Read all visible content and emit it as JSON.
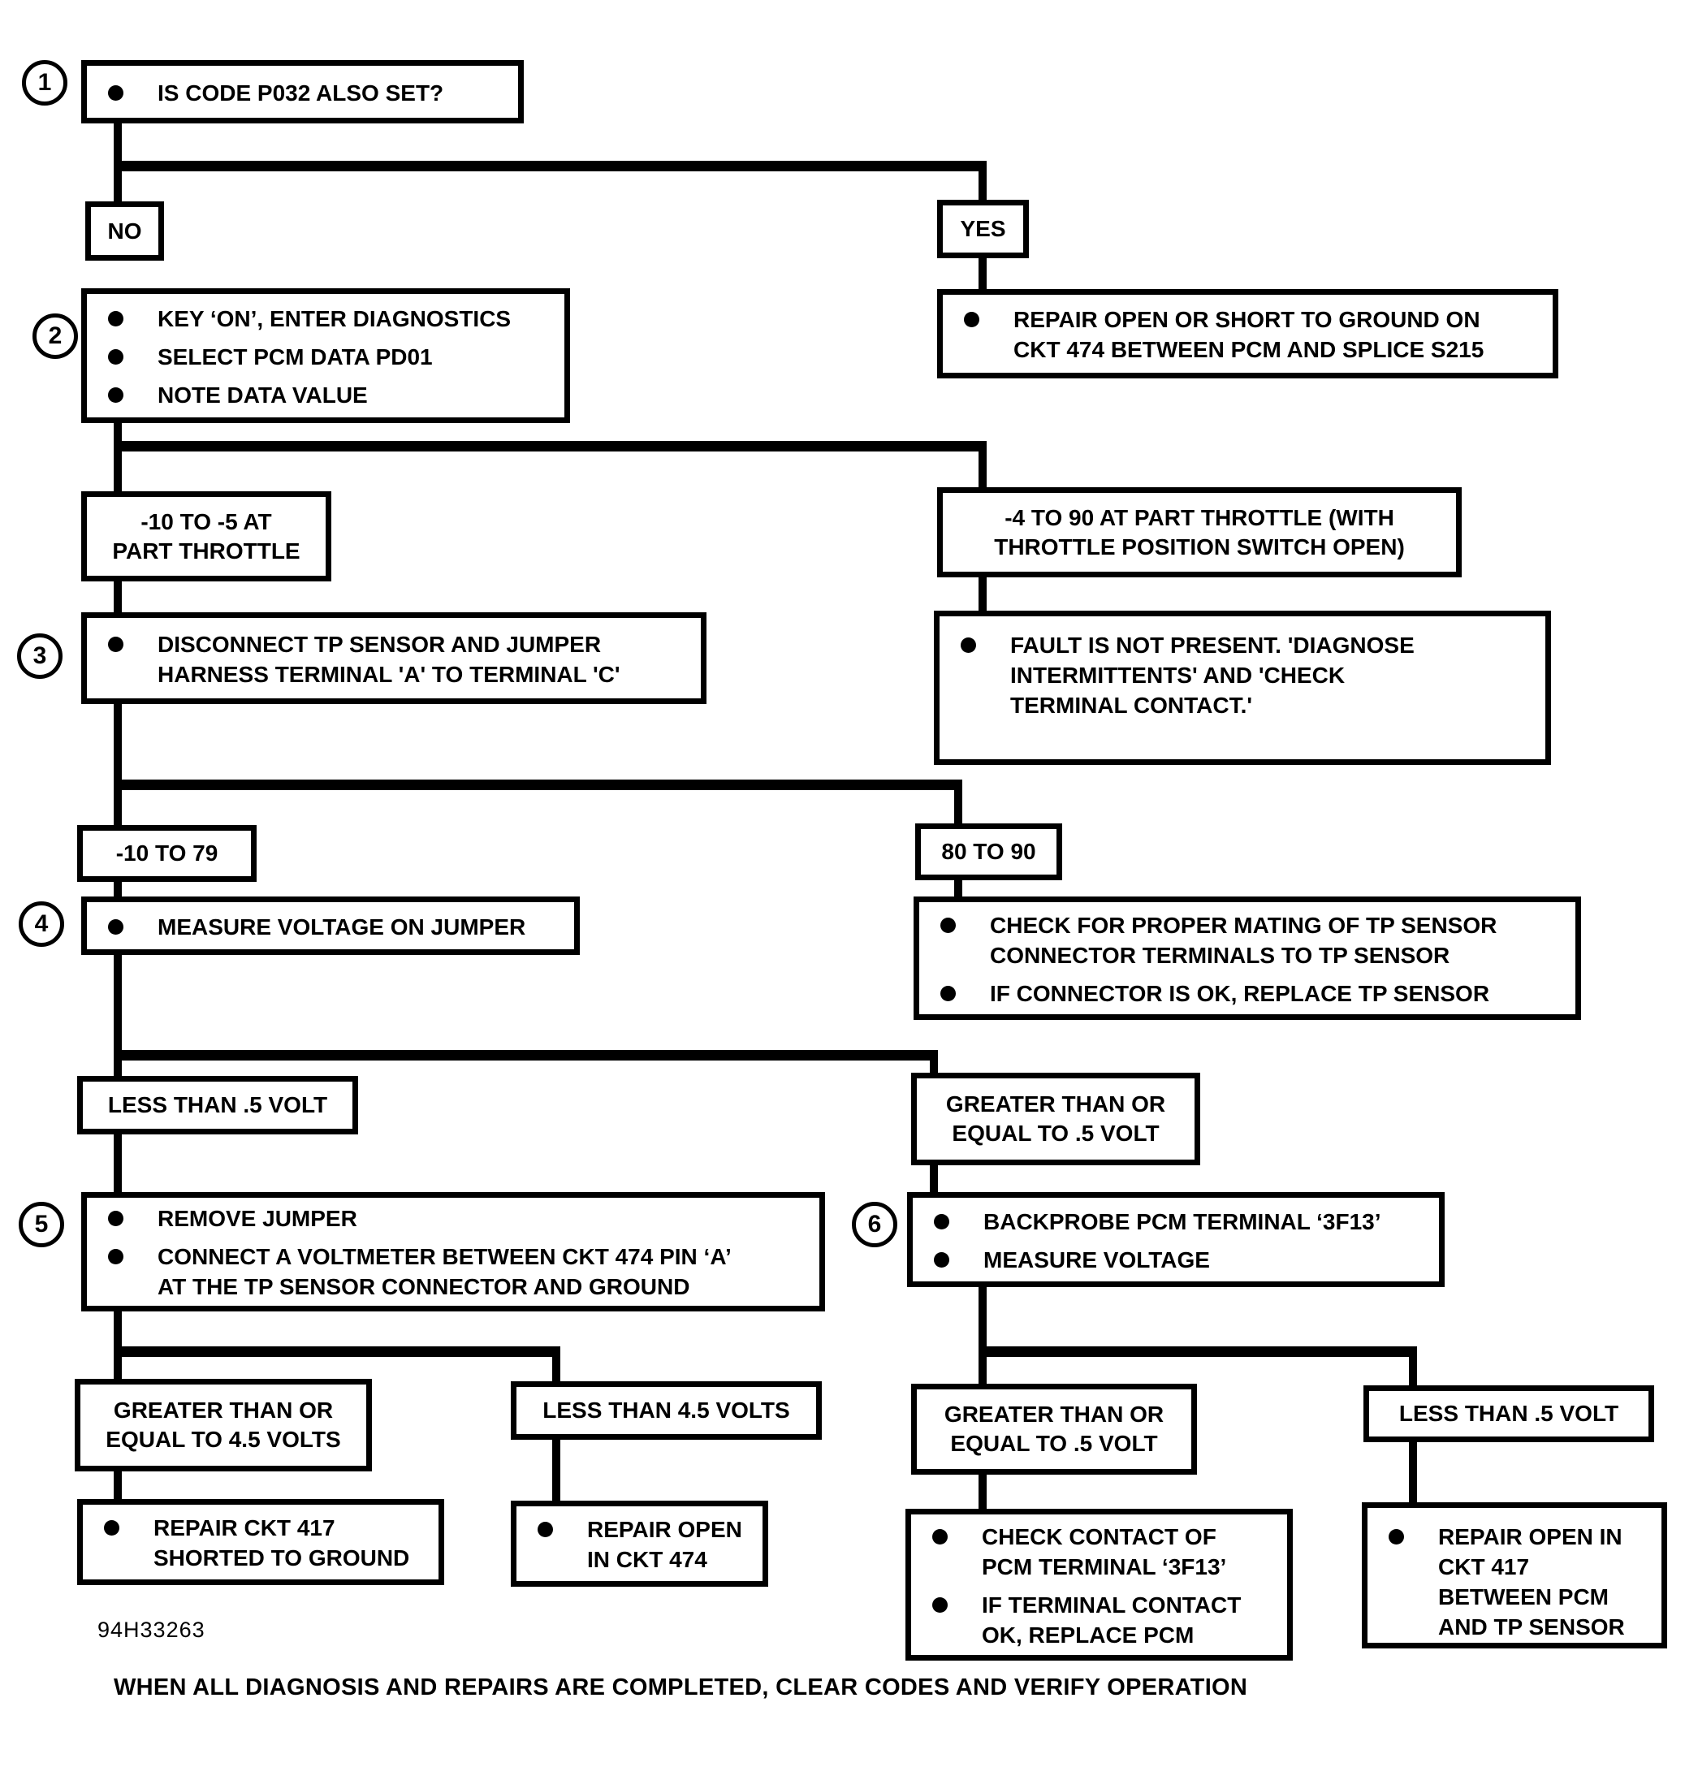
{
  "figure_id": "94H33263",
  "footer": "WHEN ALL DIAGNOSIS AND REPAIRS ARE COMPLETED, CLEAR CODES AND VERIFY OPERATION",
  "nodes": {
    "step1": {
      "number": "1",
      "bullets": [
        "IS CODE P032 ALSO SET?"
      ]
    },
    "no": {
      "label": "NO"
    },
    "yes": {
      "label": "YES"
    },
    "repair_open_short": {
      "bullets": [
        "REPAIR OPEN OR SHORT TO GROUND ON\nCKT 474 BETWEEN PCM AND SPLICE S215"
      ]
    },
    "step2": {
      "number": "2",
      "bullets": [
        "KEY ‘ON’, ENTER DIAGNOSTICS",
        "SELECT PCM DATA PD01",
        "NOTE DATA VALUE"
      ]
    },
    "range_neg10_neg5": {
      "label": "-10 TO -5 AT\nPART THROTTLE"
    },
    "range_neg4_90": {
      "label": "-4 TO 90 AT PART THROTTLE (WITH\nTHROTTLE POSITION SWITCH OPEN)"
    },
    "step3": {
      "number": "3",
      "bullets": [
        "DISCONNECT TP SENSOR AND JUMPER\nHARNESS TERMINAL 'A' TO TERMINAL 'C'"
      ]
    },
    "fault_not_present": {
      "bullets": [
        "FAULT IS NOT PRESENT. 'DIAGNOSE\nINTERMITTENTS' AND 'CHECK\nTERMINAL CONTACT.'"
      ]
    },
    "range_neg10_79": {
      "label": "-10 TO 79"
    },
    "range_80_90": {
      "label": "80 TO 90"
    },
    "step4": {
      "number": "4",
      "bullets": [
        "MEASURE VOLTAGE ON JUMPER"
      ]
    },
    "check_mating": {
      "bullets": [
        "CHECK FOR PROPER MATING OF TP SENSOR\nCONNECTOR TERMINALS TO TP SENSOR",
        "IF CONNECTOR IS OK, REPLACE TP SENSOR"
      ]
    },
    "less_half_volt": {
      "label": "LESS THAN .5 VOLT"
    },
    "gte_half_volt": {
      "label": "GREATER THAN OR\nEQUAL TO .5 VOLT"
    },
    "step5": {
      "number": "5",
      "bullets": [
        "REMOVE JUMPER",
        "CONNECT A VOLTMETER BETWEEN CKT 474 PIN ‘A’\nAT THE TP SENSOR CONNECTOR AND GROUND"
      ]
    },
    "step6": {
      "number": "6",
      "bullets": [
        "BACKPROBE PCM TERMINAL ‘3F13’",
        "MEASURE VOLTAGE"
      ]
    },
    "gte_45_volts": {
      "label": "GREATER THAN OR\nEQUAL TO 4.5 VOLTS"
    },
    "less_45_volts": {
      "label": "LESS THAN 4.5 VOLTS"
    },
    "repair_ckt417_short": {
      "bullets": [
        "REPAIR CKT 417\nSHORTED TO GROUND"
      ]
    },
    "repair_open_474": {
      "bullets": [
        "REPAIR OPEN\nIN CKT 474"
      ]
    },
    "gte_half_volt_2": {
      "label": "GREATER THAN OR\nEQUAL TO .5 VOLT"
    },
    "less_half_volt_2": {
      "label": "LESS THAN .5 VOLT"
    },
    "check_contact": {
      "bullets": [
        "CHECK CONTACT OF\nPCM TERMINAL ‘3F13’",
        "IF TERMINAL CONTACT\nOK, REPLACE PCM"
      ]
    },
    "repair_open_417": {
      "bullets": [
        "REPAIR OPEN IN\nCKT 417\nBETWEEN PCM\nAND TP SENSOR"
      ]
    }
  }
}
